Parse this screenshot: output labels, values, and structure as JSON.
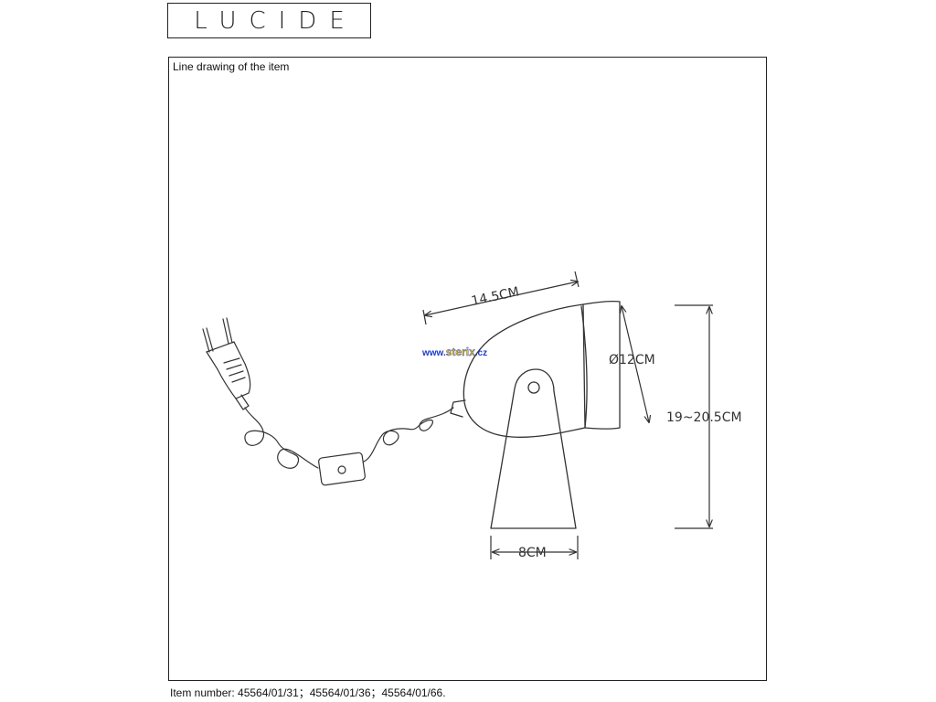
{
  "logo": {
    "text": "LUCIDE"
  },
  "frame": {
    "label": "Line drawing of the item"
  },
  "dimensions": {
    "length": "14.5CM",
    "diameter": "Ø12CM",
    "height": "19~20.5CM",
    "base": "8CM"
  },
  "watermark": {
    "prefix": "www.",
    "brand": "sterix",
    "suffix": ".cz"
  },
  "footer": {
    "text": "Item number: 45564/01/31；45564/01/36；45564/01/66."
  },
  "colors": {
    "line": "#333333",
    "watermark_blue": "#1a3cc8",
    "watermark_yellow": "#f2c200"
  }
}
